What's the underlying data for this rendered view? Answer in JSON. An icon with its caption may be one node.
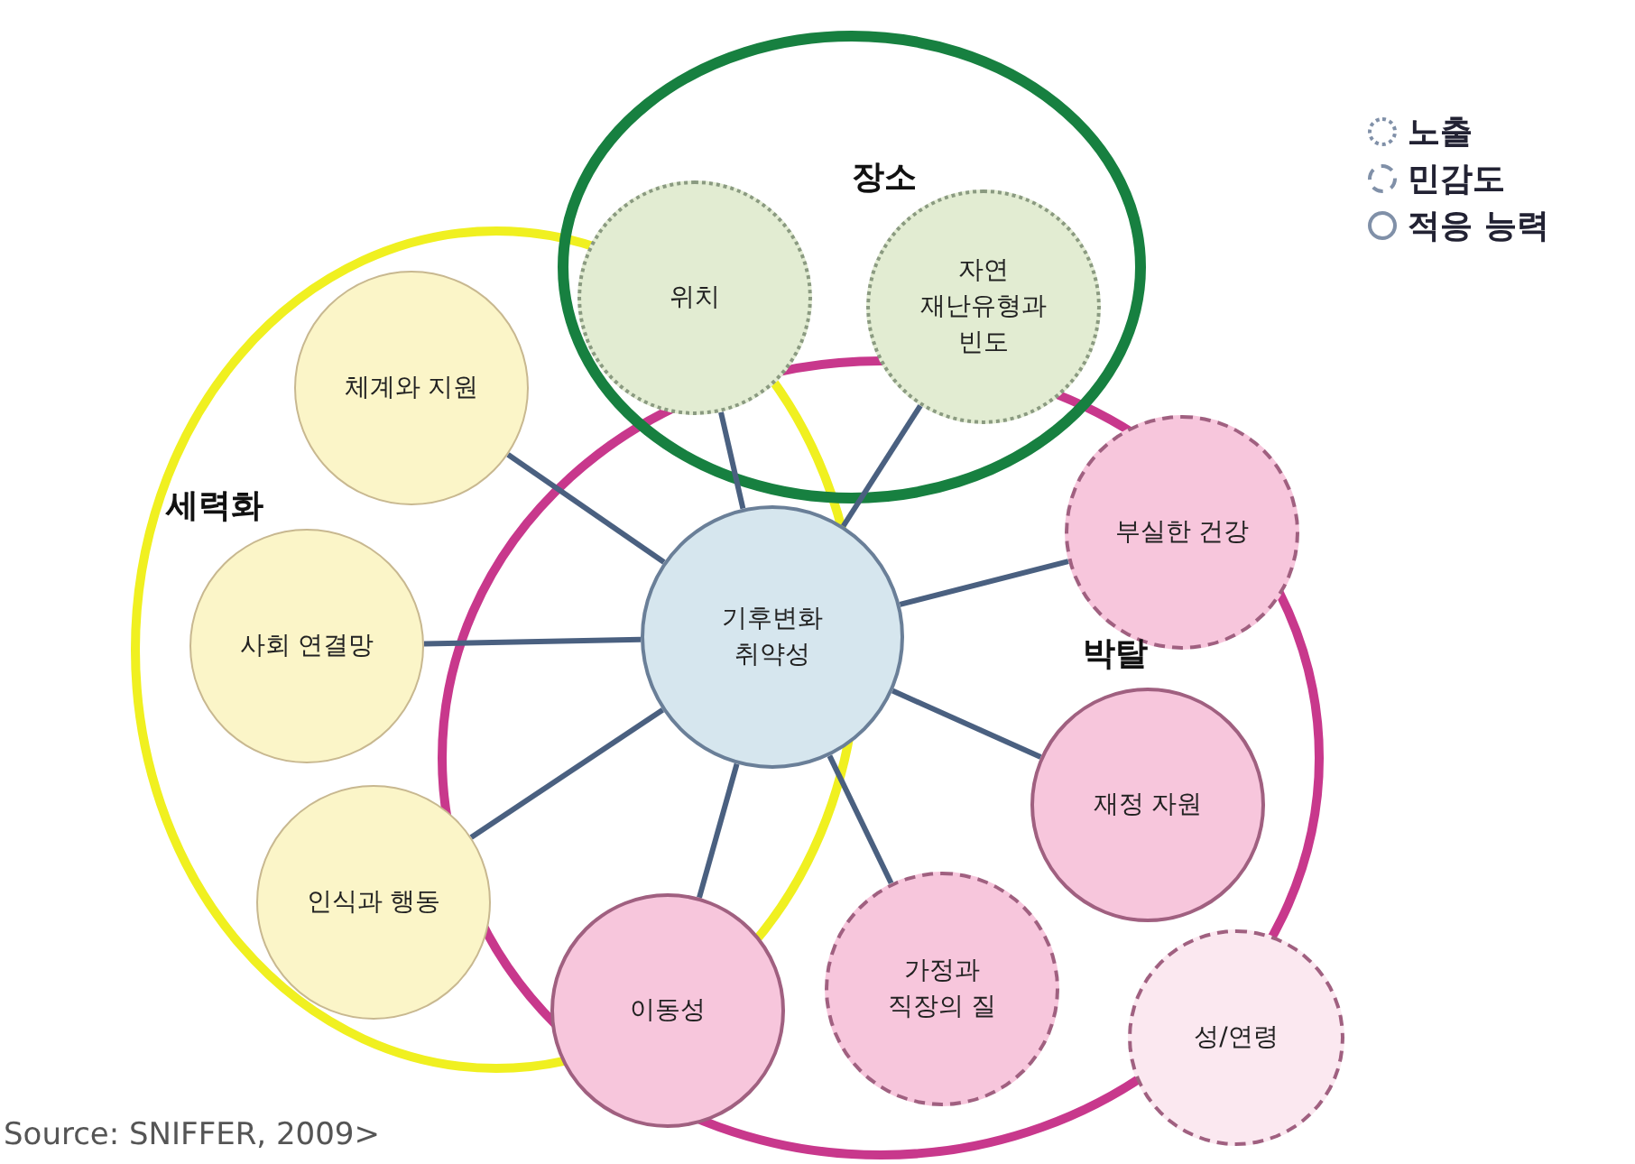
{
  "diagram": {
    "nodes": [
      {
        "text": [
          "위치"
        ]
      },
      {
        "text": [
          "자연 재난유형과 빈도"
        ]
      },
      {
        "text": [
          "체계와 지원"
        ]
      },
      {
        "text": [
          "사회 연결망"
        ]
      },
      {
        "text": [
          "인식과 행동"
        ]
      },
      {
        "text": [
          "기후변화 취약성"
        ]
      },
      {
        "text": [
          "부실한 건강"
        ]
      },
      {
        "text": [
          "재정 자원"
        ]
      },
      {
        "text": [
          "이동성"
        ]
      },
      {
        "text": [
          "가정과 직장의 질"
        ]
      },
      {
        "text": [
          "성/연령"
        ]
      }
    ],
    "edges": [
      {
        "from": 5,
        "to": 0,
        "arrow": "none"
      },
      {
        "from": 5,
        "to": 1,
        "arrow": "none"
      },
      {
        "from": 5,
        "to": 2,
        "arrow": "none"
      },
      {
        "from": 5,
        "to": 3,
        "arrow": "none"
      },
      {
        "from": 5,
        "to": 4,
        "arrow": "none"
      },
      {
        "from": 5,
        "to": 6,
        "arrow": "none"
      },
      {
        "from": 5,
        "to": 7,
        "arrow": "none"
      },
      {
        "from": 5,
        "to": 8,
        "arrow": "none"
      },
      {
        "from": 5,
        "to": 9,
        "arrow": "none"
      }
    ],
    "labels": [
      "장소",
      "세력화",
      "박탈",
      "Source: SNIFFER, 2009>"
    ],
    "legend": [
      {
        "text": "노출"
      },
      {
        "text": "민감도"
      },
      {
        "text": "적응 능력"
      }
    ]
  }
}
